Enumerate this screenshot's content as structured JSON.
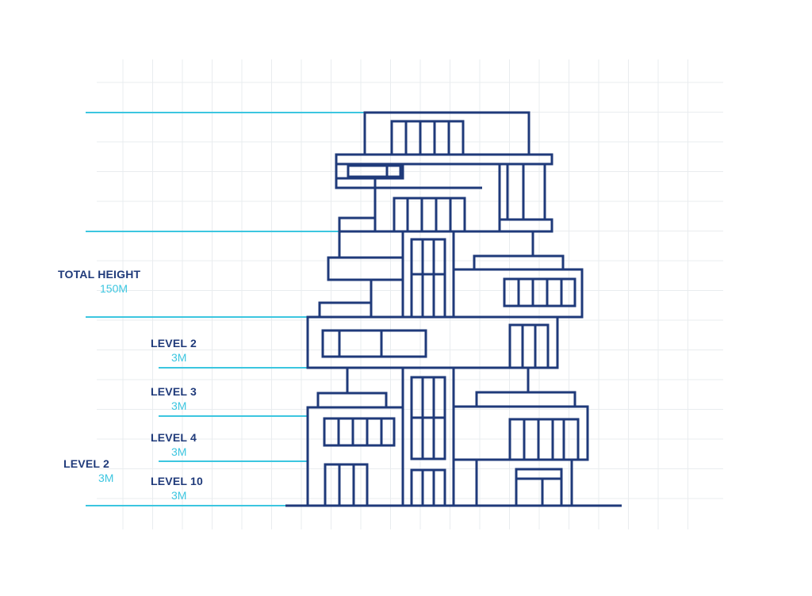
{
  "colors": {
    "building_stroke": "#1f3a7a",
    "guide_line": "#3cc6e0",
    "grid_line": "#e9ecef",
    "label_title": "#1f3a7a",
    "label_value": "#3cc6e0"
  },
  "labels": {
    "total_height": {
      "title": "TOTAL HEIGHT",
      "value": "150M"
    },
    "level_a": {
      "title": "LEVEL 2",
      "value": "3M"
    },
    "level_b": {
      "title": "LEVEL 3",
      "value": "3M"
    },
    "level_c": {
      "title": "LEVEL 4",
      "value": "3M"
    },
    "level_d": {
      "title": "LEVEL 10",
      "value": "3M"
    },
    "level_e": {
      "title": "LEVEL 2",
      "value": "3M"
    }
  }
}
